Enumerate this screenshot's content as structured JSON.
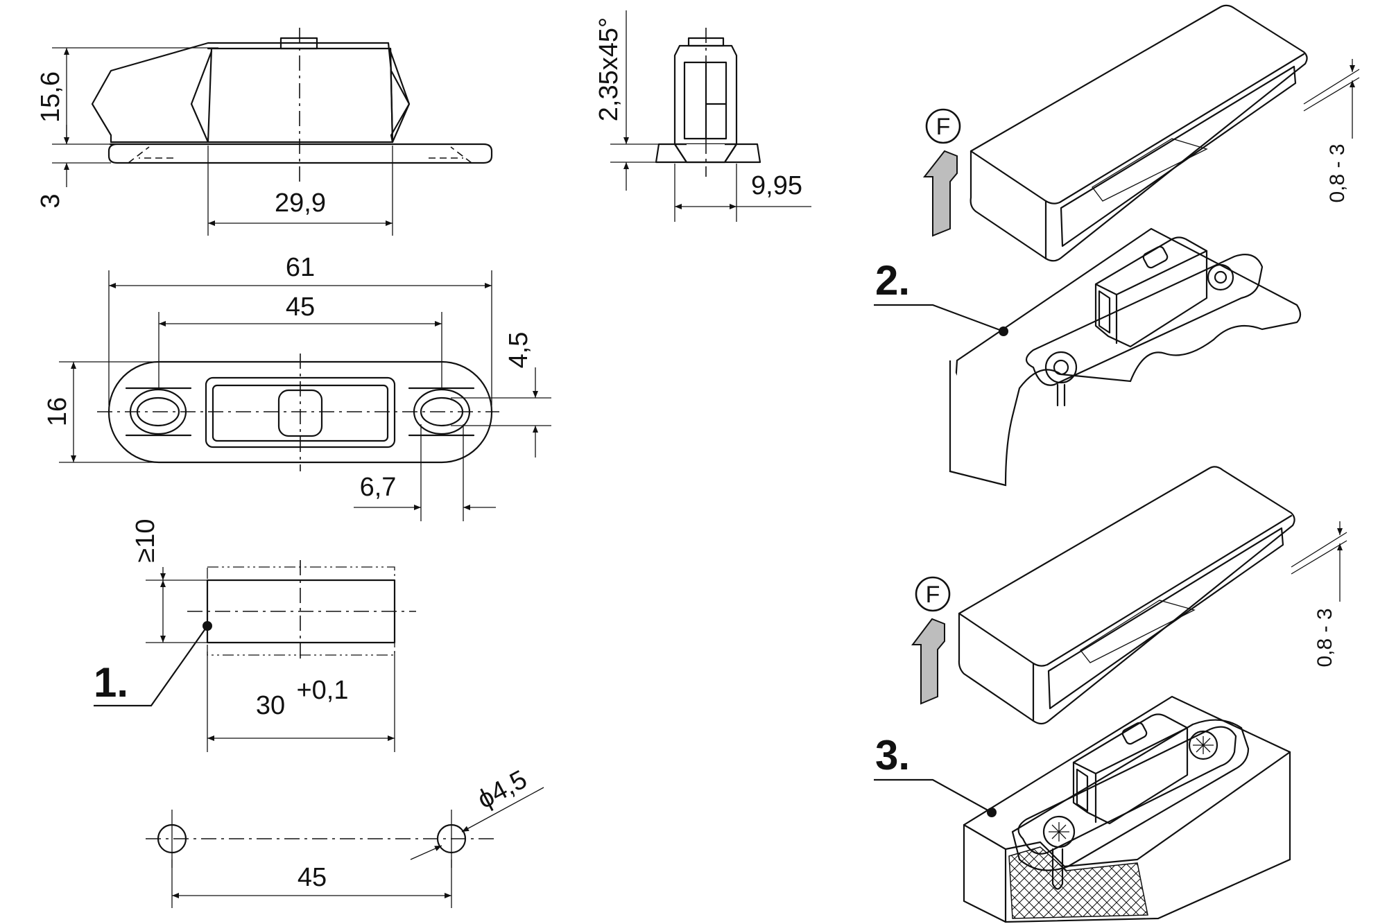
{
  "drawing": {
    "views": {
      "front": {
        "dim_height": "15,6",
        "dim_base": "3",
        "dim_width": "29,9"
      },
      "side": {
        "dim_chamfer": "2,35x45°",
        "dim_width": "9,95"
      },
      "top": {
        "dim_overall": "61",
        "dim_holes": "45",
        "dim_height": "16",
        "dim_slot": "4,5",
        "dim_slot_len": "6,7"
      },
      "cutout": {
        "dim_min": "≥10",
        "dim_len": "30",
        "dim_tol": "+0,1"
      },
      "holes": {
        "dim_diameter": "ϕ4,5",
        "dim_spacing": "45"
      }
    },
    "callouts": [
      "1.",
      "2.",
      "3."
    ],
    "force_label": "F",
    "gap_label": "0,8 - 3"
  }
}
